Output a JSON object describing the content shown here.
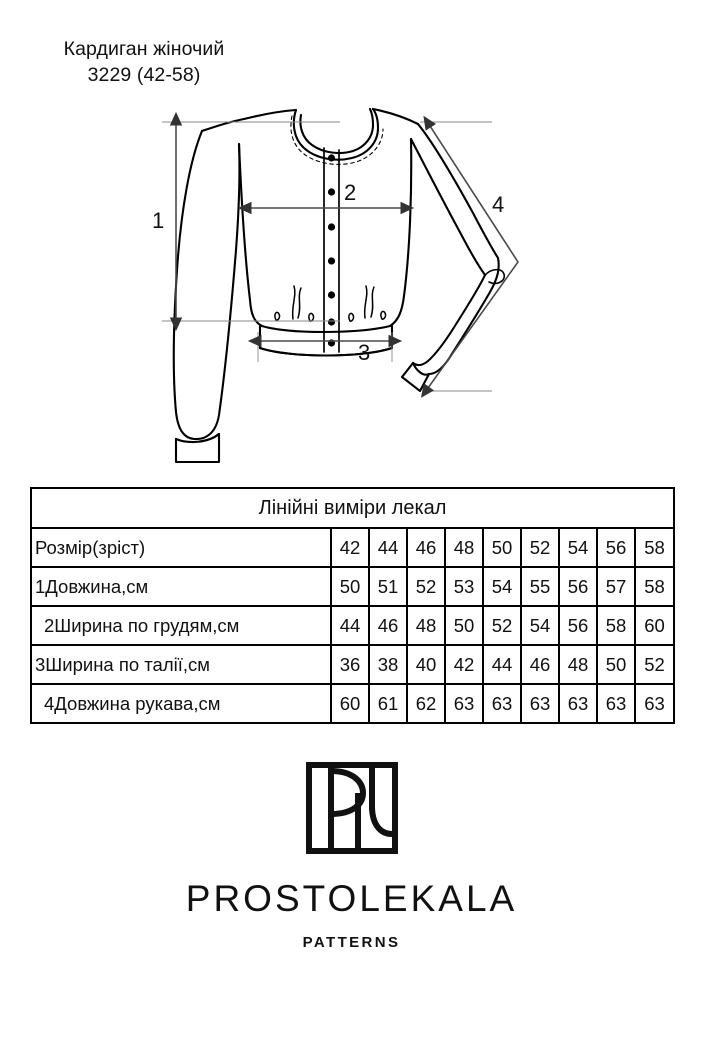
{
  "document": {
    "title_line_1": "Кардиган жіночий",
    "title_line_2": "3229 (42-58)"
  },
  "tech_drawing": {
    "garment": "women's cardigan technical flat sketch",
    "dimension_labels": {
      "length": "1",
      "chest_width": "2",
      "waist_width": "3",
      "sleeve_length": "4"
    }
  },
  "table": {
    "title": "Лінійні виміри лекал",
    "size_row_label": "Розмір(зріст)",
    "sizes": [
      "42",
      "44",
      "46",
      "48",
      "50",
      "52",
      "54",
      "56",
      "58"
    ],
    "rows": [
      {
        "label": "1Довжина,см",
        "indent": false,
        "values": [
          "50",
          "51",
          "52",
          "53",
          "54",
          "55",
          "56",
          "57",
          "58"
        ]
      },
      {
        "label": "2Ширина по грудям,см",
        "indent": true,
        "values": [
          "44",
          "46",
          "48",
          "50",
          "52",
          "54",
          "56",
          "58",
          "60"
        ]
      },
      {
        "label": "3Ширина по талії,см",
        "indent": false,
        "values": [
          "36",
          "38",
          "40",
          "42",
          "44",
          "46",
          "48",
          "50",
          "52"
        ]
      },
      {
        "label": "4Довжина рукава,см",
        "indent": true,
        "values": [
          "60",
          "61",
          "62",
          "63",
          "63",
          "63",
          "63",
          "63",
          "63"
        ]
      }
    ]
  },
  "brand": {
    "logo_icon": "pl-monogram-logo",
    "name": "PROSTOLEKALA",
    "subtitle": "PATTERNS"
  },
  "colors": {
    "ink": "#111111",
    "background": "#ffffff",
    "dimension_line": "#555555"
  }
}
